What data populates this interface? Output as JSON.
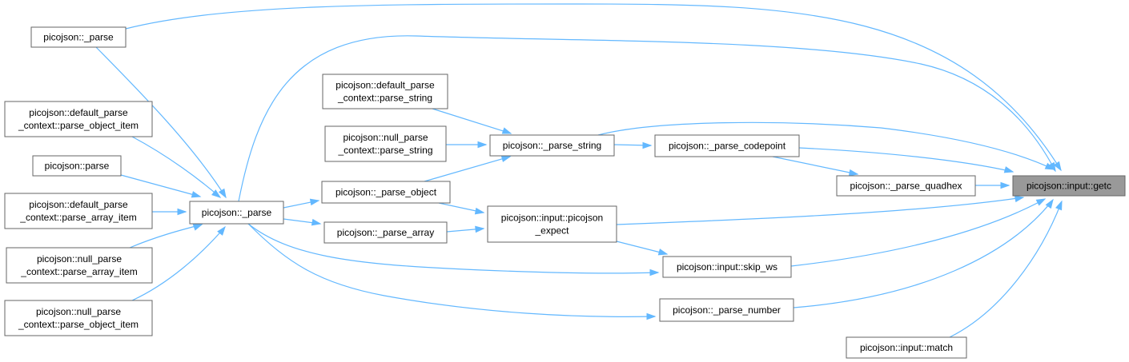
{
  "diagram": {
    "nodes": [
      {
        "id": "getc",
        "lines": [
          "picojson::input::getc"
        ],
        "highlight": true
      },
      {
        "id": "parse_top",
        "lines": [
          "picojson::_parse"
        ]
      },
      {
        "id": "dpc_poi",
        "lines": [
          "picojson::default_parse",
          "_context::parse_object_item"
        ]
      },
      {
        "id": "parse_api",
        "lines": [
          "picojson::parse"
        ]
      },
      {
        "id": "dpc_pai",
        "lines": [
          "picojson::default_parse",
          "_context::parse_array_item"
        ]
      },
      {
        "id": "npc_pai",
        "lines": [
          "picojson::null_parse",
          "_context::parse_array_item"
        ]
      },
      {
        "id": "npc_poi",
        "lines": [
          "picojson::null_parse",
          "_context::parse_object_item"
        ]
      },
      {
        "id": "parse_mid",
        "lines": [
          "picojson::_parse"
        ]
      },
      {
        "id": "dpc_ps",
        "lines": [
          "picojson::default_parse",
          "_context::parse_string"
        ]
      },
      {
        "id": "npc_ps",
        "lines": [
          "picojson::null_parse",
          "_context::parse_string"
        ]
      },
      {
        "id": "parse_object",
        "lines": [
          "picojson::_parse_object"
        ]
      },
      {
        "id": "parse_array",
        "lines": [
          "picojson::_parse_array"
        ]
      },
      {
        "id": "parse_string",
        "lines": [
          "picojson::_parse_string"
        ]
      },
      {
        "id": "expect",
        "lines": [
          "picojson::input::picojson",
          "_expect"
        ]
      },
      {
        "id": "codepoint",
        "lines": [
          "picojson::_parse_codepoint"
        ]
      },
      {
        "id": "quadhex",
        "lines": [
          "picojson::_parse_quadhex"
        ]
      },
      {
        "id": "skip_ws",
        "lines": [
          "picojson::input::skip_ws"
        ]
      },
      {
        "id": "parse_number",
        "lines": [
          "picojson::_parse_number"
        ]
      },
      {
        "id": "match",
        "lines": [
          "picojson::input::match"
        ]
      }
    ],
    "edges": [
      {
        "from": "parse_top",
        "to": "getc"
      },
      {
        "from": "parse_top",
        "to": "parse_mid"
      },
      {
        "from": "dpc_poi",
        "to": "parse_mid"
      },
      {
        "from": "parse_api",
        "to": "parse_mid"
      },
      {
        "from": "dpc_pai",
        "to": "parse_mid"
      },
      {
        "from": "npc_pai",
        "to": "parse_mid"
      },
      {
        "from": "npc_poi",
        "to": "parse_mid"
      },
      {
        "from": "parse_mid",
        "to": "getc"
      },
      {
        "from": "parse_mid",
        "to": "parse_object"
      },
      {
        "from": "parse_mid",
        "to": "parse_array"
      },
      {
        "from": "parse_mid",
        "to": "skip_ws"
      },
      {
        "from": "parse_mid",
        "to": "parse_number"
      },
      {
        "from": "dpc_ps",
        "to": "parse_string"
      },
      {
        "from": "npc_ps",
        "to": "parse_string"
      },
      {
        "from": "parse_object",
        "to": "parse_string"
      },
      {
        "from": "parse_object",
        "to": "expect"
      },
      {
        "from": "parse_array",
        "to": "expect"
      },
      {
        "from": "parse_string",
        "to": "getc"
      },
      {
        "from": "parse_string",
        "to": "codepoint"
      },
      {
        "from": "codepoint",
        "to": "getc"
      },
      {
        "from": "codepoint",
        "to": "quadhex"
      },
      {
        "from": "quadhex",
        "to": "getc"
      },
      {
        "from": "expect",
        "to": "getc"
      },
      {
        "from": "expect",
        "to": "skip_ws"
      },
      {
        "from": "skip_ws",
        "to": "getc"
      },
      {
        "from": "parse_number",
        "to": "getc"
      },
      {
        "from": "match",
        "to": "getc"
      }
    ],
    "colors": {
      "edge": "#63b8ff",
      "node_border": "#666666",
      "node_fill": "#ffffff",
      "highlight_fill": "#999999"
    }
  }
}
